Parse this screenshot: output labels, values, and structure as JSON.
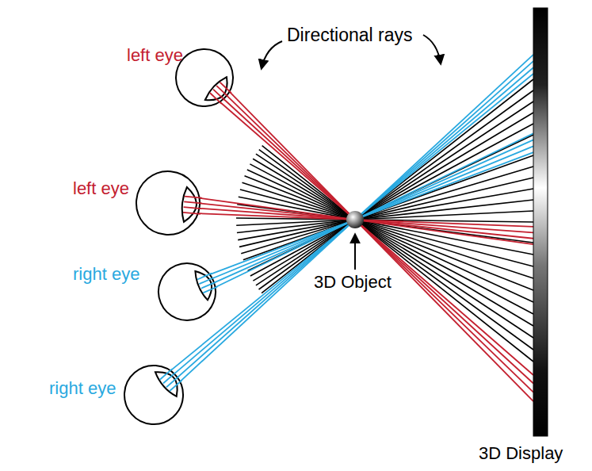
{
  "diagram": {
    "labels": [
      "left eye",
      "left eye",
      "right eye",
      "right eye",
      "Directional rays",
      "3D Object",
      "3D Display"
    ]
  }
}
